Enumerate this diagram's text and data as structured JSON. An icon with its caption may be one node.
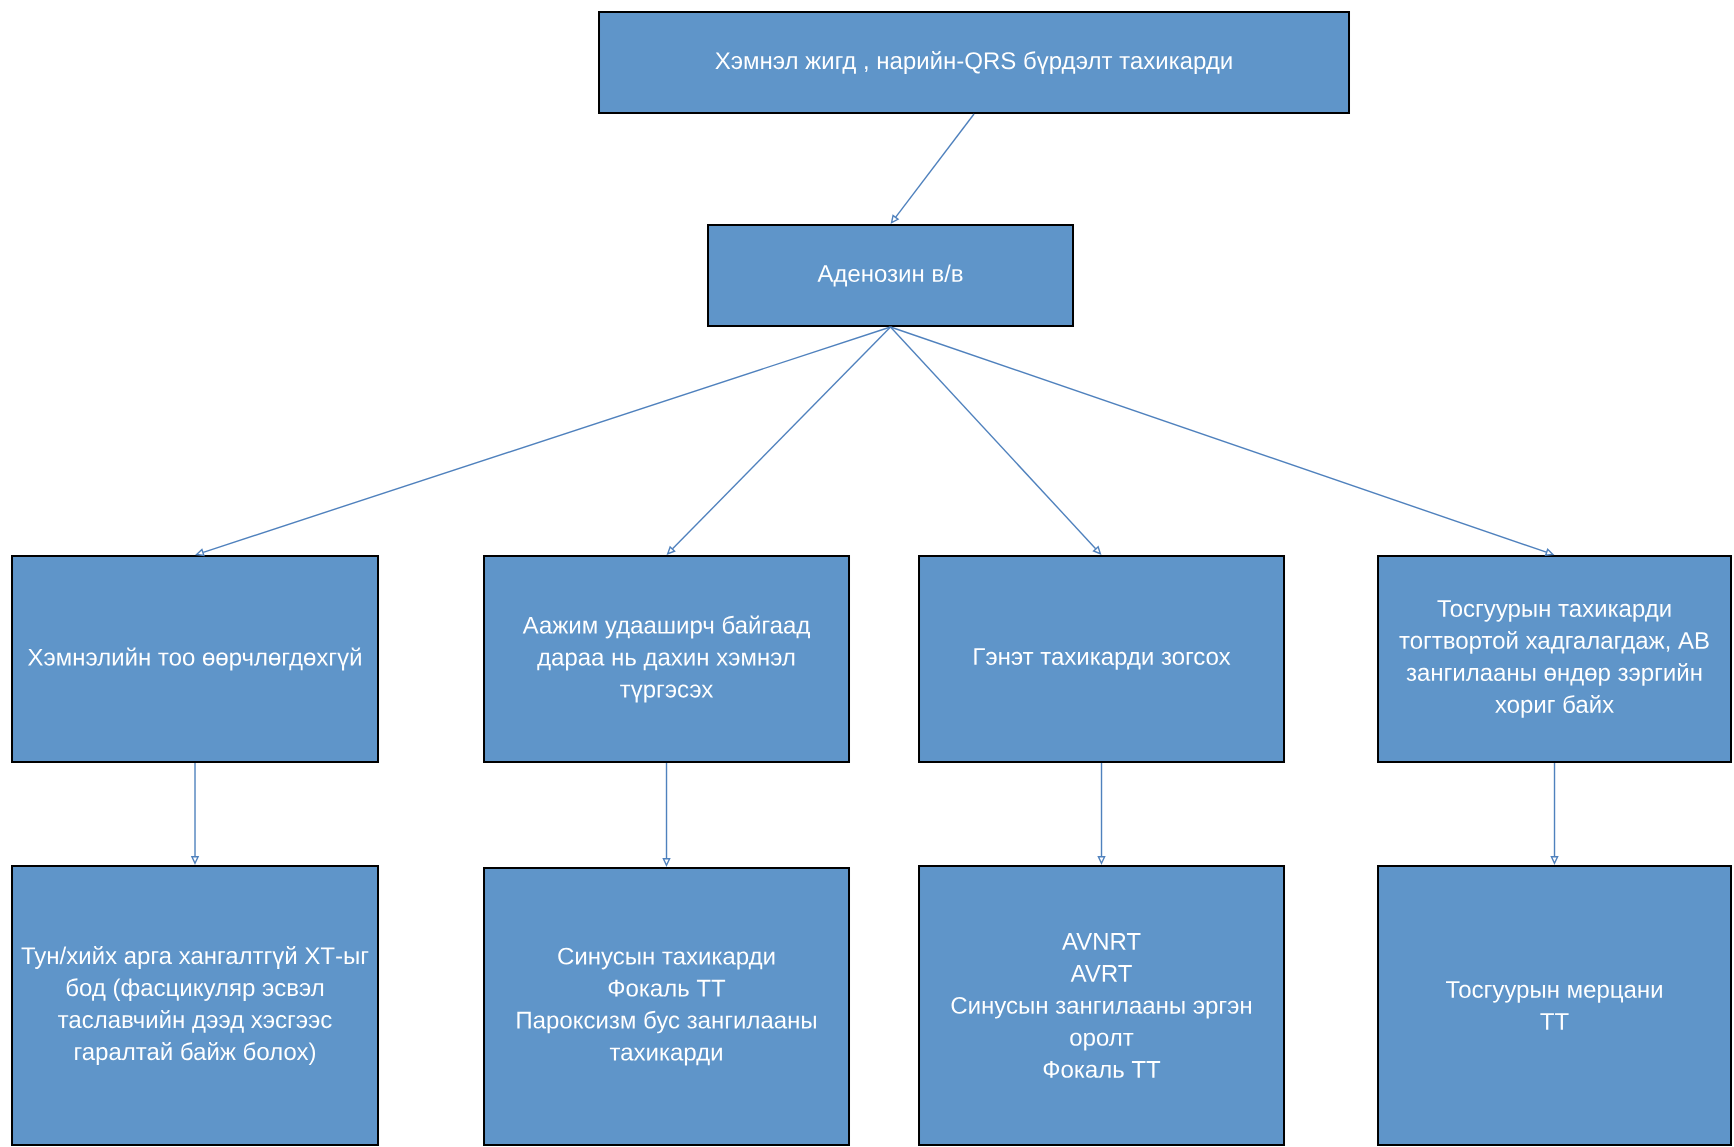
{
  "diagram": {
    "nodes": [
      {
        "text": [
          "Хэмнэл жигд , нарийн-QRS бүрдэлт тахикарди"
        ]
      },
      {
        "text": [
          "Аденозин в/в"
        ]
      },
      {
        "text": [
          "Хэмнэлийн тоо өөрчлөгдөхгүй"
        ]
      },
      {
        "text": [
          "Аажим удааширч байгаад дараа нь дахин хэмнэл түргэсэх"
        ]
      },
      {
        "text": [
          "Гэнэт тахикарди зогсох"
        ]
      },
      {
        "text": [
          "Тосгуурын тахикарди тогтвортой хадгалагдаж, АВ зангилааны өндөр зэргийн хориг байх"
        ]
      },
      {
        "text": [
          "Тун/хийх арга хангалтгүй ХТ-ыг бод (фасцикуляр эсвэл таславчийн дээд хэсгээс гаралтай байж болох)"
        ]
      },
      {
        "text": [
          "Синусын тахикарди",
          "Фокаль ТТ",
          "Пароксизм бус зангилааны тахикарди"
        ]
      },
      {
        "text": [
          "AVNRT",
          "AVRT",
          "Синусын зангилааны эргэн оролт",
          "Фокаль ТТ"
        ]
      },
      {
        "text": [
          "Тосгуурын мерцани",
          "ТТ"
        ]
      }
    ],
    "edges": [
      {
        "from": 0,
        "to": 1,
        "arrow": "to"
      },
      {
        "from": 1,
        "to": 2,
        "arrow": "to"
      },
      {
        "from": 1,
        "to": 3,
        "arrow": "to"
      },
      {
        "from": 1,
        "to": 4,
        "arrow": "to"
      },
      {
        "from": 1,
        "to": 5,
        "arrow": "to"
      },
      {
        "from": 2,
        "to": 6,
        "arrow": "to"
      },
      {
        "from": 3,
        "to": 7,
        "arrow": "to"
      },
      {
        "from": 4,
        "to": 8,
        "arrow": "to"
      },
      {
        "from": 5,
        "to": 9,
        "arrow": "to"
      }
    ]
  }
}
